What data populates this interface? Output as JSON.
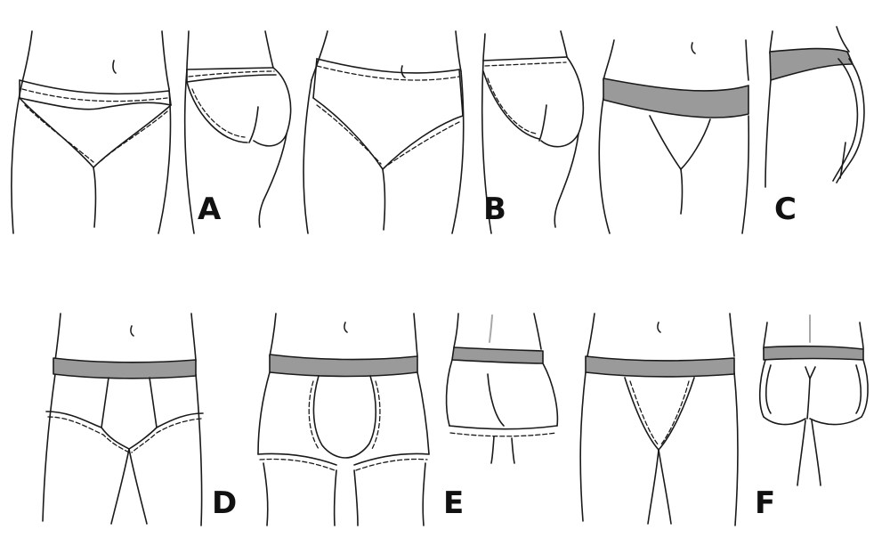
{
  "panels": [
    {
      "id": "A",
      "label": "A"
    },
    {
      "id": "B",
      "label": "B"
    },
    {
      "id": "C",
      "label": "C"
    },
    {
      "id": "D",
      "label": "D"
    },
    {
      "id": "E",
      "label": "E"
    },
    {
      "id": "F",
      "label": "F"
    }
  ],
  "colors": {
    "outline": "#1a1a1a",
    "waistband": "#9a9a9a",
    "background": "#ffffff"
  }
}
